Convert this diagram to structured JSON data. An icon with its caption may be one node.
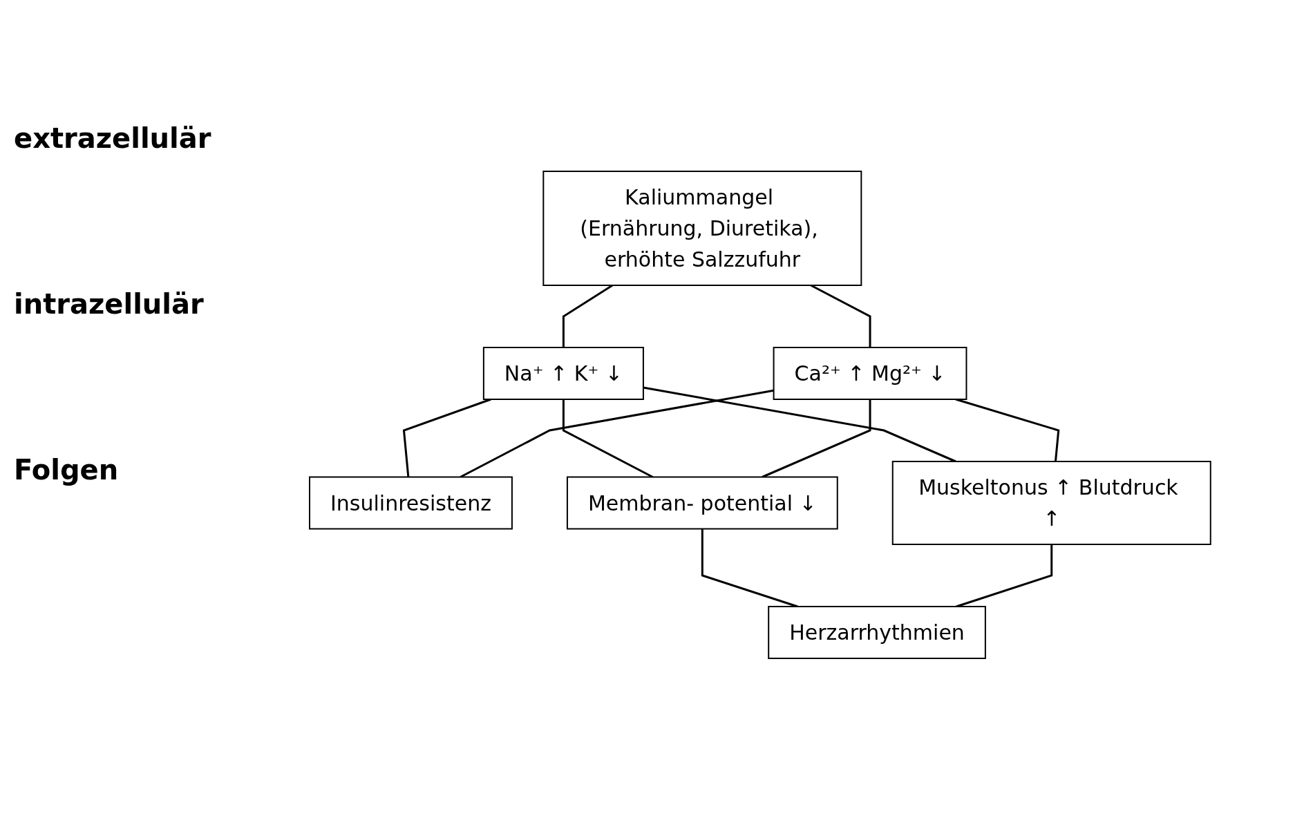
{
  "diagram": {
    "nodes": [
      {
        "text": [
          "Kaliummangel (Ernährung, Diuretika), erhöhte Salzzufuhr"
        ]
      },
      {
        "text": [
          "Na⁺ ↑ K⁺ ↓"
        ]
      },
      {
        "text": [
          "Ca²⁺ ↑ Mg²⁺ ↓"
        ]
      },
      {
        "text": [
          "Insulinresistenz"
        ]
      },
      {
        "text": [
          "Membran- potential ↓"
        ]
      },
      {
        "text": [
          "Muskeltonus ↑ Blutdruck ↑"
        ]
      },
      {
        "text": [
          "Herzarrhythmien"
        ]
      }
    ],
    "edges": [
      {
        "from": 0,
        "to": 1,
        "arrow": "none"
      },
      {
        "from": 0,
        "to": 2,
        "arrow": "none"
      },
      {
        "from": 1,
        "to": 3,
        "arrow": "none"
      },
      {
        "from": 1,
        "to": 4,
        "arrow": "none"
      },
      {
        "from": 1,
        "to": 5,
        "arrow": "none"
      },
      {
        "from": 2,
        "to": 3,
        "arrow": "none"
      },
      {
        "from": 2,
        "to": 4,
        "arrow": "none"
      },
      {
        "from": 2,
        "to": 5,
        "arrow": "none"
      },
      {
        "from": 4,
        "to": 6,
        "arrow": "none"
      },
      {
        "from": 5,
        "to": 6,
        "arrow": "none"
      }
    ],
    "labels": [
      "extrazellulär",
      "intrazellulär",
      "Folgen"
    ]
  }
}
